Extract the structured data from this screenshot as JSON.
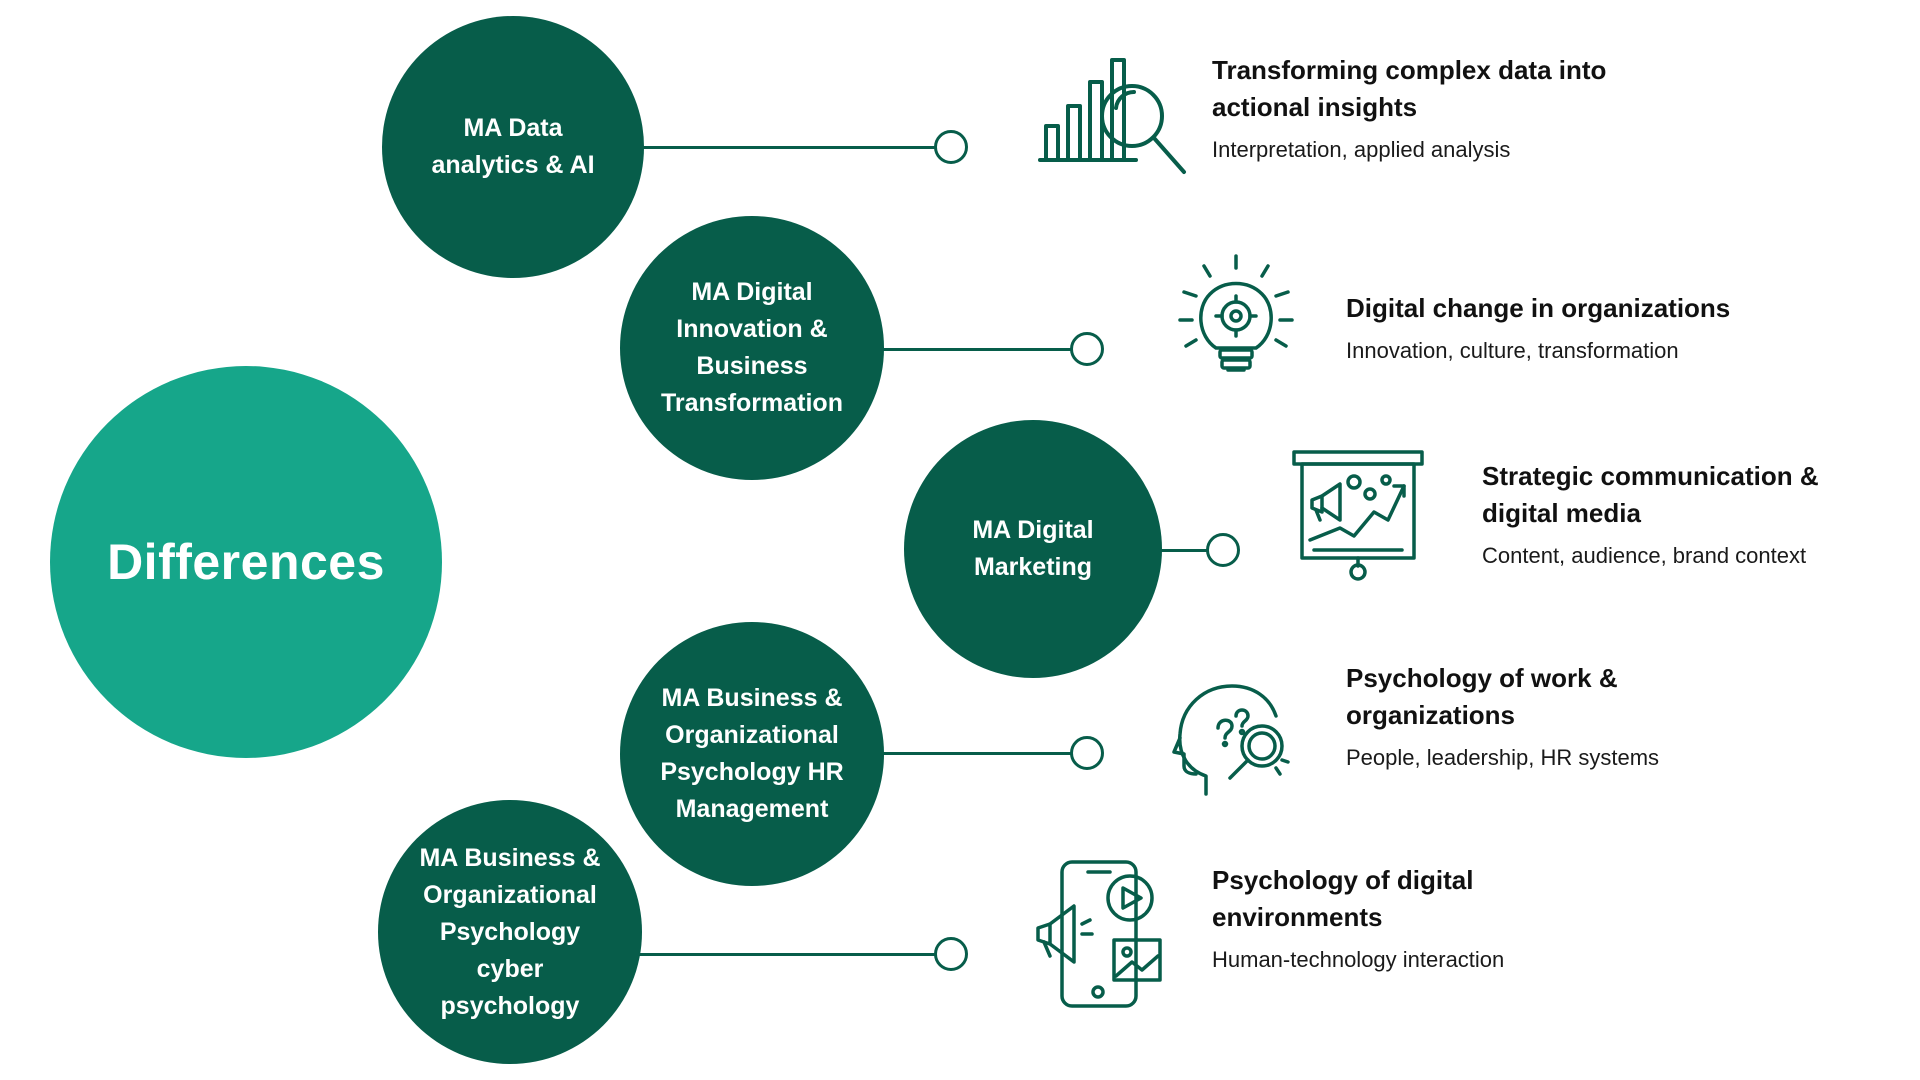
{
  "hub": {
    "title": "Differences"
  },
  "programs": [
    {
      "label": "MA Data\nanalytics & AI",
      "icon": "data-analytics-magnifier-icon",
      "heading": "Transforming complex data into\nactional insights",
      "description": "Interpretation, applied analysis"
    },
    {
      "label": "MA Digital\nInnovation &\nBusiness\nTransformation",
      "icon": "lightbulb-gear-icon",
      "heading": "Digital change in organizations",
      "description": "Innovation, culture, transformation"
    },
    {
      "label": "MA Digital\nMarketing",
      "icon": "presentation-board-megaphone-icon",
      "heading": "Strategic communication &\ndigital media",
      "description": "Content, audience, brand context"
    },
    {
      "label": "MA Business &\nOrganizational\nPsychology  HR\nManagement",
      "icon": "head-question-magnifier-icon",
      "heading": "Psychology of work &\norganizations",
      "description": "People, leadership, HR systems"
    },
    {
      "label": "MA Business &\nOrganizational\nPsychology\ncyber\npsychology",
      "icon": "smartphone-media-megaphone-icon",
      "heading": "Psychology of digital\nenvironments",
      "description": "Human-technology interaction"
    }
  ],
  "colors": {
    "hub": "#16a68a",
    "node": "#075d4a",
    "line": "#075d4a"
  }
}
